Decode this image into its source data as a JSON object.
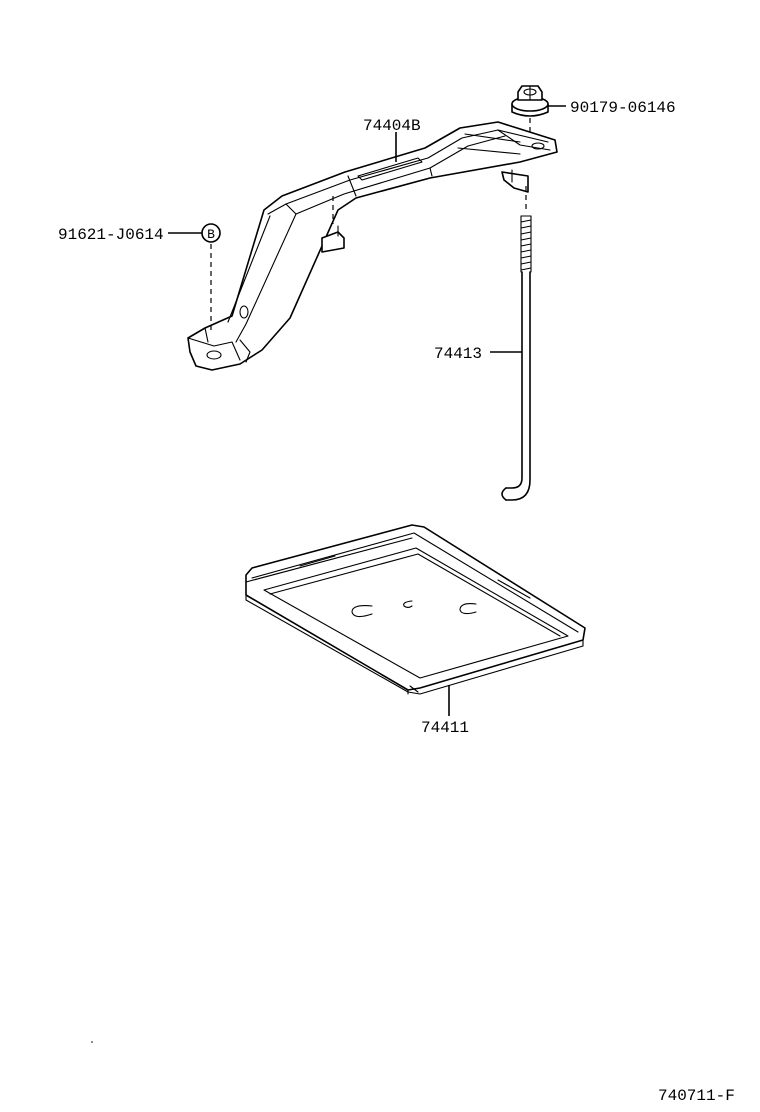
{
  "parts": {
    "bracket": "74404B",
    "nut": "90179-06146",
    "bolt": "91621-J0614",
    "bolt_marker": "B",
    "hold_down_rod": "74413",
    "tray": "74411"
  },
  "figure_code": "740711-F"
}
